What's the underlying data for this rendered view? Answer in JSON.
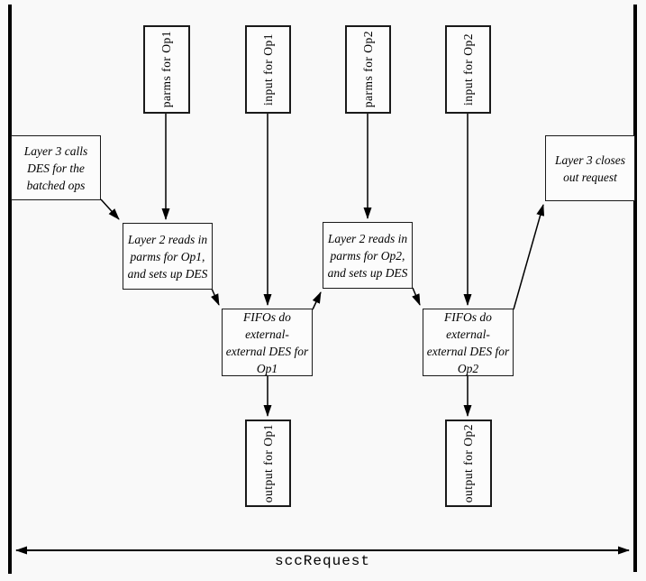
{
  "diagram": {
    "kind": "sequence-flow-diagram",
    "ports": {
      "parms_op1": "parms for Op1",
      "input_op1": "input for Op1",
      "parms_op2": "parms for Op2",
      "input_op2": "input for Op2",
      "output_op1": "output for Op1",
      "output_op2": "output for Op2"
    },
    "nodes": {
      "layer3_calls": "Layer 3 calls\nDES for the\nbatched ops",
      "layer2_op1": "Layer 2 reads in\nparms for Op1,\nand sets up DES",
      "layer2_op2": "Layer 2 reads in\nparms for Op2,\nand sets up DES",
      "fifos_op1": "FIFOs do\nexternal-\nexternal DES for\nOp1",
      "fifos_op2": "FIFOs do\nexternal-\nexternal DES for\nOp2",
      "layer3_closes": "Layer 3 closes\nout request"
    },
    "span_label": "sccRequest",
    "edges": [
      {
        "from": "parms for Op1",
        "to": "Layer 2 reads in parms for Op1, and sets up DES"
      },
      {
        "from": "input for Op1",
        "to": "FIFOs do external-external DES for Op1"
      },
      {
        "from": "parms for Op2",
        "to": "Layer 2 reads in parms for Op2, and sets up DES"
      },
      {
        "from": "input for Op2",
        "to": "FIFOs do external-external DES for Op2"
      },
      {
        "from": "Layer 3 calls DES for the batched ops",
        "to": "Layer 2 reads in parms for Op1, and sets up DES"
      },
      {
        "from": "Layer 2 reads in parms for Op1, and sets up DES",
        "to": "FIFOs do external-external DES for Op1"
      },
      {
        "from": "FIFOs do external-external DES for Op1",
        "to": "Layer 2 reads in parms for Op2, and sets up DES"
      },
      {
        "from": "Layer 2 reads in parms for Op2, and sets up DES",
        "to": "FIFOs do external-external DES for Op2"
      },
      {
        "from": "FIFOs do external-external DES for Op1",
        "to": "output for Op1"
      },
      {
        "from": "FIFOs do external-external DES for Op2",
        "to": "output for Op2"
      },
      {
        "from": "FIFOs do external-external DES for Op2",
        "to": "Layer 3 closes out request"
      }
    ],
    "colors": {
      "background": "#f9f9f9",
      "box_fill": "#fcfcfc",
      "line": "#000000"
    }
  }
}
